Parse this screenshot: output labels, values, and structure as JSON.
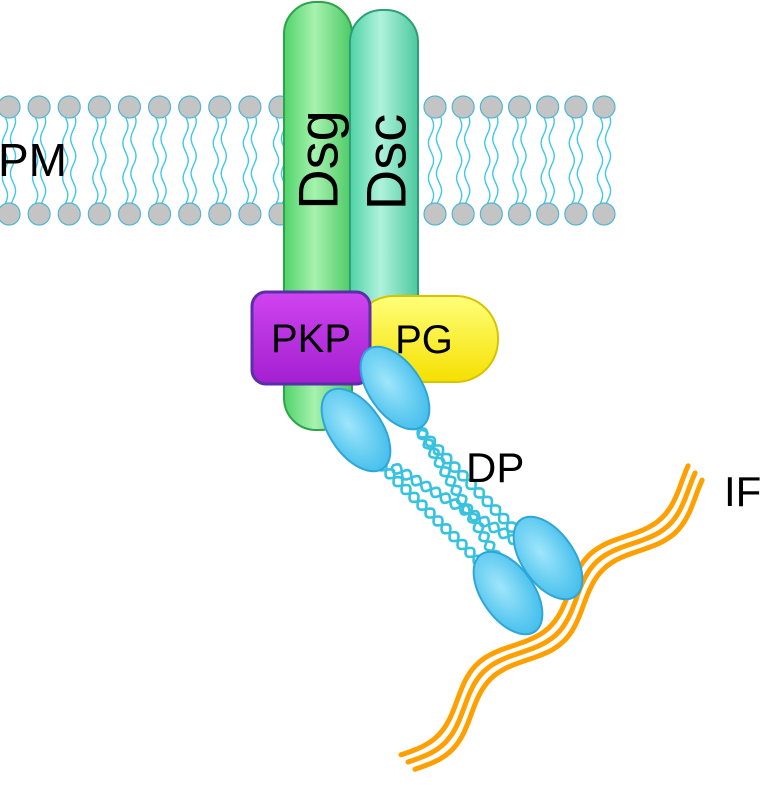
{
  "labels": {
    "membrane": "PM",
    "desmoglein": "Dsg",
    "desmocollin": "Dsc",
    "plakophilin": "PKP",
    "plakoglobin": "PG",
    "desmoplakin": "DP",
    "filament": "IF"
  },
  "colors": {
    "lipid_head": "#c4c4c4",
    "lipid_head_stroke": "#4fb6d6",
    "lipid_tail": "#3fc8e8",
    "dsg_fill": "#7ee28a",
    "dsg_stroke": "#2fa24a",
    "dsc_fill": "#7fe3c4",
    "dsc_stroke": "#2f9e7a",
    "pkp_fill": "#bb2fe0",
    "pkp_stroke": "#5a2fa8",
    "pg_fill": "#fff040",
    "pg_stroke": "#d8c300",
    "dp_fill": "#5cc9ef",
    "dp_stroke": "#2ea6d8",
    "dp_rod": "#37c3df",
    "if_fill": "#ffa000"
  }
}
